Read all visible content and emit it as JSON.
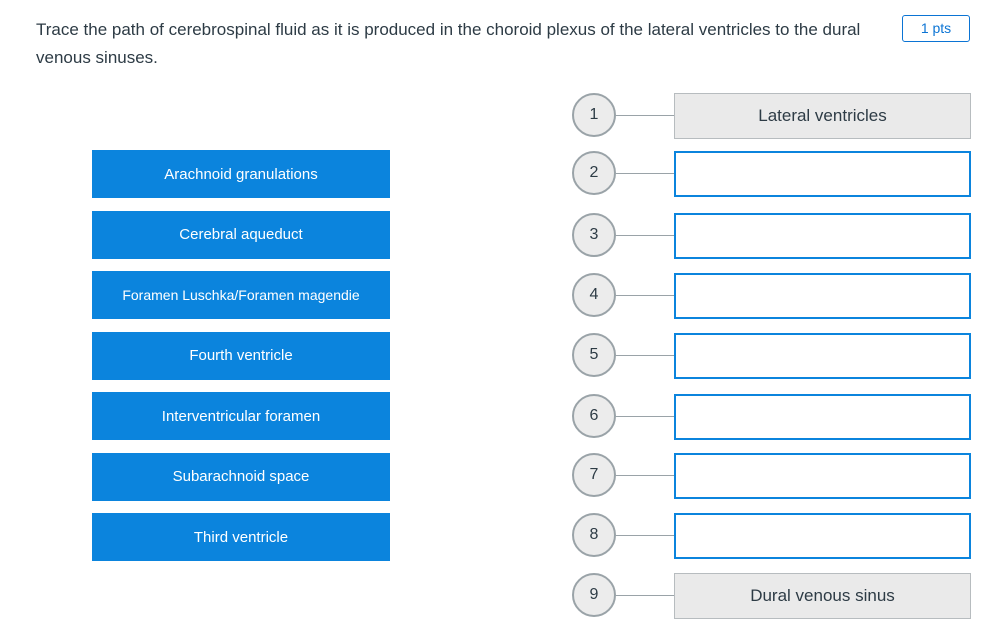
{
  "question": {
    "text": "Trace the path of cerebrospinal fluid as it is produced in the choroid plexus of the lateral ventricles to the dural venous sinuses.",
    "points": "1 pts"
  },
  "drag_items": [
    "Arachnoid granulations",
    "Cerebral aqueduct",
    "Foramen Luschka/Foramen magendie",
    "Fourth ventricle",
    "Interventricular foramen",
    "Subarachnoid space",
    "Third ventricle"
  ],
  "slots": [
    {
      "number": "1",
      "value": "Lateral ventricles"
    },
    {
      "number": "2",
      "value": ""
    },
    {
      "number": "3",
      "value": ""
    },
    {
      "number": "4",
      "value": ""
    },
    {
      "number": "5",
      "value": ""
    },
    {
      "number": "6",
      "value": ""
    },
    {
      "number": "7",
      "value": ""
    },
    {
      "number": "8",
      "value": ""
    },
    {
      "number": "9",
      "value": "Dural venous sinus"
    }
  ],
  "colors": {
    "accent": "#0b84dd",
    "badge": "#0b74d4",
    "text": "#2d3b45",
    "fixed_slot_bg": "#eaeaea"
  }
}
